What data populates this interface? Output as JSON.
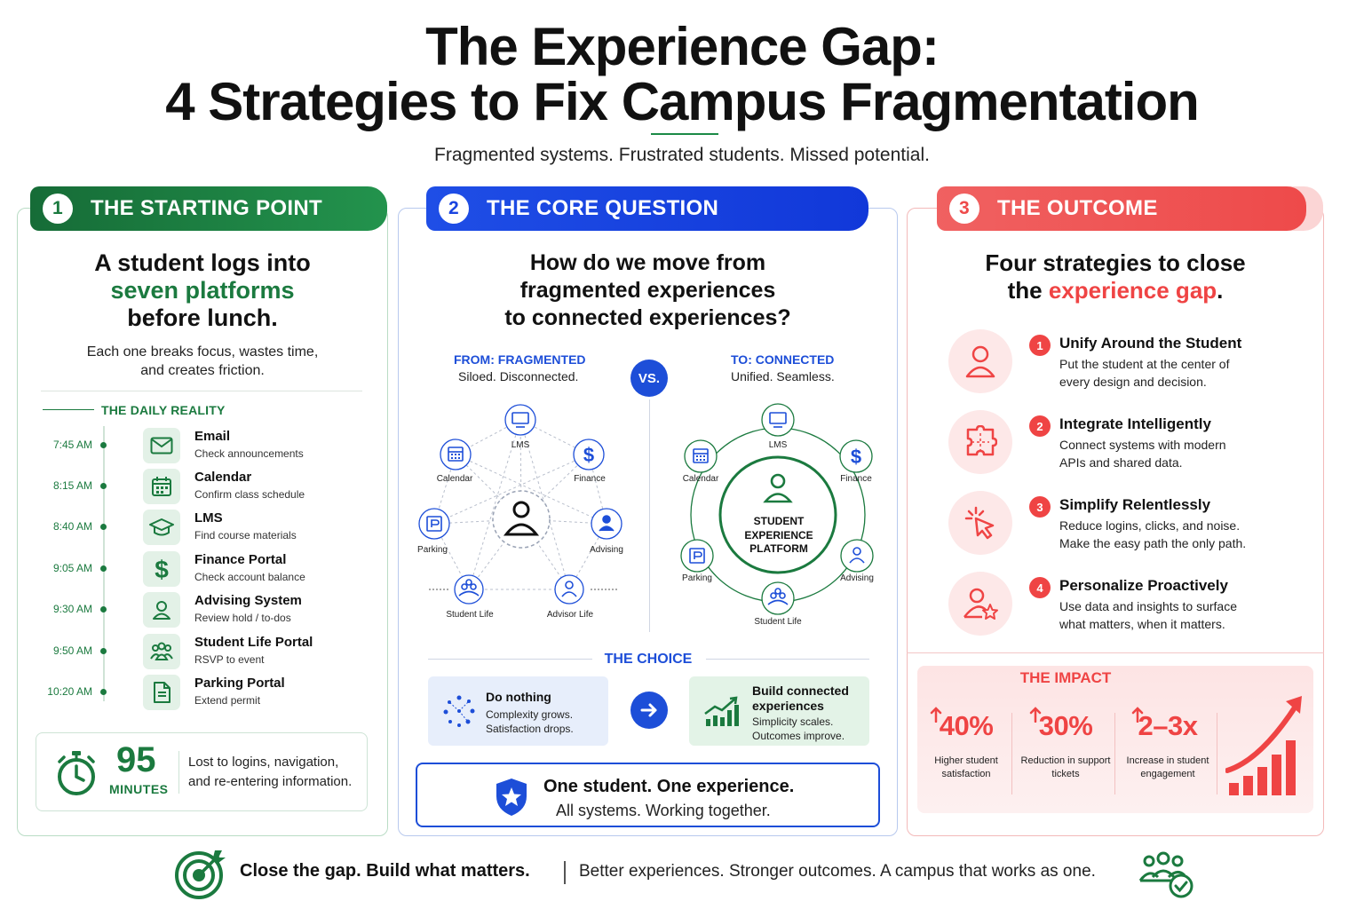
{
  "title": {
    "line1": "The Experience Gap:",
    "line2": "4 Strategies to Fix Campus Fragmentation",
    "subtitle": "Fragmented systems. Frustrated students. Missed potential."
  },
  "panel1": {
    "number": "1",
    "label": "THE STARTING POINT",
    "head_a": "A student logs into",
    "head_b": "seven platforms",
    "head_c": "before lunch.",
    "desc_a": "Each one breaks focus, wastes time,",
    "desc_b": "and creates friction.",
    "daily": "THE DAILY REALITY",
    "rows": [
      {
        "time": "7:45 AM",
        "name": "Email",
        "sub": "Check announcements",
        "icon": "envelope-icon"
      },
      {
        "time": "8:15 AM",
        "name": "Calendar",
        "sub": "Confirm class schedule",
        "icon": "calendar-icon"
      },
      {
        "time": "8:40 AM",
        "name": "LMS",
        "sub": "Find course materials",
        "icon": "graduation-cap-icon"
      },
      {
        "time": "9:05 AM",
        "name": "Finance Portal",
        "sub": "Check account balance",
        "icon": "dollar-icon"
      },
      {
        "time": "9:30 AM",
        "name": "Advising System",
        "sub": "Review hold / to-dos",
        "icon": "person-icon"
      },
      {
        "time": "9:50 AM",
        "name": "Student Life Portal",
        "sub": "RSVP to event",
        "icon": "group-icon"
      },
      {
        "time": "10:20 AM",
        "name": "Parking Portal",
        "sub": "Extend permit",
        "icon": "document-icon"
      }
    ],
    "lost_value": "95",
    "lost_unit": "MINUTES",
    "lost_a": "Lost to logins, navigation,",
    "lost_b": "and re-entering information."
  },
  "panel2": {
    "number": "2",
    "label": "THE CORE QUESTION",
    "head_a": "How do we move from",
    "head_b": "fragmented experiences",
    "head_c": "to connected experiences?",
    "from_h": "FROM: FRAGMENTED",
    "from_s": "Siloed. Disconnected.",
    "vs": "VS.",
    "to_h": "TO: CONNECTED",
    "to_s": "Unified. Seamless.",
    "nodes_left": {
      "lms": "LMS",
      "calendar": "Calendar",
      "finance": "Finance",
      "parking": "Parking",
      "advising": "Advising",
      "student_life": "Student Life",
      "advisor_life": "Advisor Life"
    },
    "nodes_right": {
      "lms": "LMS",
      "calendar": "Calendar",
      "finance": "Finance",
      "parking": "Parking",
      "advising": "Advising",
      "student_life": "Student Life",
      "center_a": "STUDENT",
      "center_b": "EXPERIENCE",
      "center_c": "PLATFORM"
    },
    "choice": "THE CHOICE",
    "opt1_h": "Do nothing",
    "opt1_a": "Complexity grows.",
    "opt1_b": "Satisfaction drops.",
    "opt2_h_a": "Build connected",
    "opt2_h_b": "experiences",
    "opt2_a": "Simplicity scales.",
    "opt2_b": "Outcomes improve.",
    "one_a": "One student. One experience.",
    "one_b": "All systems. Working together."
  },
  "panel3": {
    "number": "3",
    "label": "THE OUTCOME",
    "head_a": "Four strategies to close",
    "head_b1": "the ",
    "head_b2": "experience gap",
    "head_b3": ".",
    "strategies": [
      {
        "n": "1",
        "title": "Unify Around the Student",
        "d1": "Put the student at the center of",
        "d2": "every design and decision.",
        "icon": "person-icon"
      },
      {
        "n": "2",
        "title": "Integrate Intelligently",
        "d1": "Connect systems with modern",
        "d2": "APIs and shared data.",
        "icon": "puzzle-icon"
      },
      {
        "n": "3",
        "title": "Simplify Relentlessly",
        "d1": "Reduce logins, clicks, and noise.",
        "d2": "Make the easy path the only path.",
        "icon": "cursor-click-icon"
      },
      {
        "n": "4",
        "title": "Personalize Proactively",
        "d1": "Use data and insights to surface",
        "d2": "what matters, when it matters.",
        "icon": "person-star-icon"
      }
    ],
    "impact": "THE IMPACT",
    "stats": [
      {
        "value": "40%",
        "l1": "Higher student",
        "l2": "satisfaction"
      },
      {
        "value": "30%",
        "l1": "Reduction in support",
        "l2": "tickets"
      },
      {
        "value": "2–3x",
        "l1": "Increase in student",
        "l2": "engagement"
      }
    ]
  },
  "footer": {
    "a": "Close the gap. Build what matters.",
    "b": "Better experiences. Stronger outcomes. A campus that works as one."
  },
  "colors": {
    "green": "#1b7a3f",
    "blue": "#1d4ed8",
    "red": "#ef4444"
  }
}
